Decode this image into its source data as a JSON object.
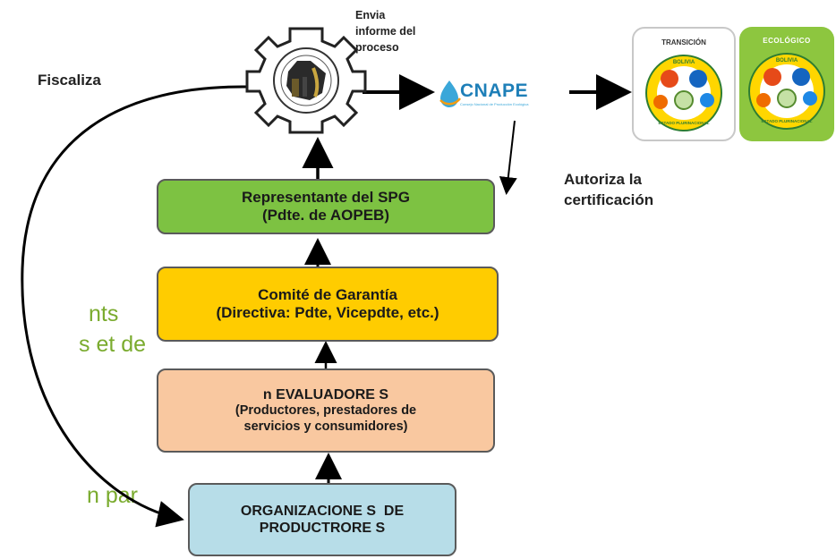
{
  "background_fragments": [
    "nts",
    "s et de",
    "n par"
  ],
  "labels": {
    "fiscaliza": "Fiscaliza",
    "envia": [
      "Envia",
      "informe del",
      "proceso"
    ],
    "autoriza": [
      "Autoriza la",
      "certificación"
    ]
  },
  "logo": {
    "cnape": "CNAPE",
    "cnape_sub": "Consejo Nacional de Producción Ecológica"
  },
  "seals": [
    {
      "title": "TRANSICIÓN",
      "ring": "BOLIVIA",
      "bottom": "ESTADO PLURINACIONAL",
      "bg": "#ffffff",
      "title_color": "#333333"
    },
    {
      "title": "ECOLÓGICO",
      "ring": "BOLIVIA",
      "bottom": "ESTADO PLURINACIONAL",
      "bg": "#8dc63f",
      "title_color": "#ffffff"
    }
  ],
  "boxes": {
    "representante": {
      "line1": "Representante del SPG",
      "line2": "(Pdte. de AOPEB)",
      "color": "#7dc242"
    },
    "comite": {
      "line1": "Comité de Garantía",
      "line2": "(Directiva: Pdte, Vicepdte, etc.)",
      "color": "#ffcc00"
    },
    "evaluadores": {
      "line1": "n EVALUADORE S",
      "line2": "(Productores, prestadores de",
      "line3": "servicios y consumidores)",
      "color": "#f9c8a0"
    },
    "organizaciones": {
      "line1": "ORGANIZACIONE S  DE",
      "line2": "PRODUCTRORE S",
      "color": "#b7dde8"
    }
  }
}
